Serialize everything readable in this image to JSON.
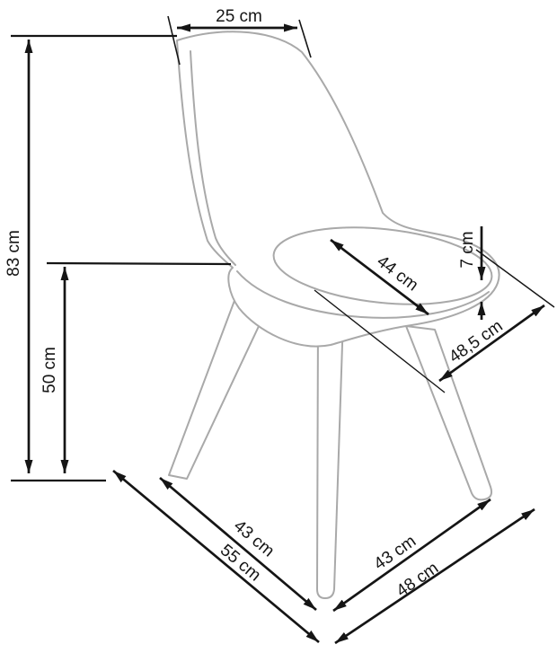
{
  "diagram": {
    "subject": "chair-technical-dimension-drawing",
    "unit": "cm",
    "labels": {
      "back_width": "25 cm",
      "total_height": "83 cm",
      "seat_height": "50 cm",
      "seat_width": "44 cm",
      "cushion_thickness": "7 cm",
      "seat_depth": "48,5 cm",
      "base_left_inner": "43 cm",
      "base_left_outer": "55 cm",
      "base_right_inner": "43 cm",
      "base_right_outer": "48 cm"
    },
    "colors": {
      "dimension_line": "#151515",
      "chair_outline": "#a9a9a9",
      "background": "#ffffff"
    }
  }
}
